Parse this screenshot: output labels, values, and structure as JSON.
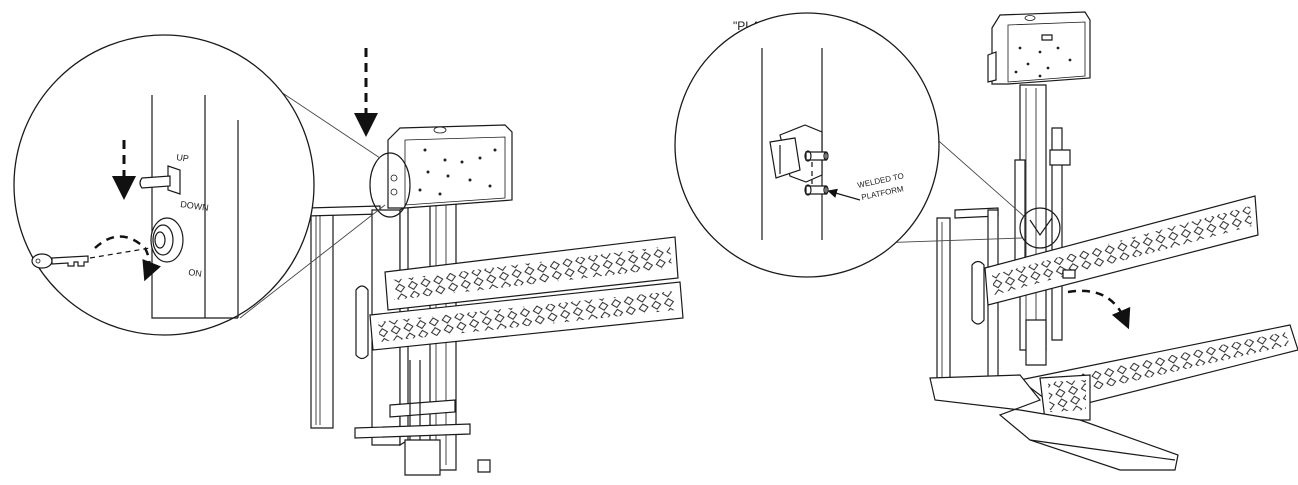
{
  "left_figure": {
    "toggle_up_label": "UP",
    "toggle_down_label": "DOWN",
    "keyswitch_on_label": "ON"
  },
  "right_figure": {
    "callout_title": "\"PLATFORM KEEPER\"",
    "welded_label_line1": "WELDED TO",
    "welded_label_line2": "PLATFORM"
  }
}
